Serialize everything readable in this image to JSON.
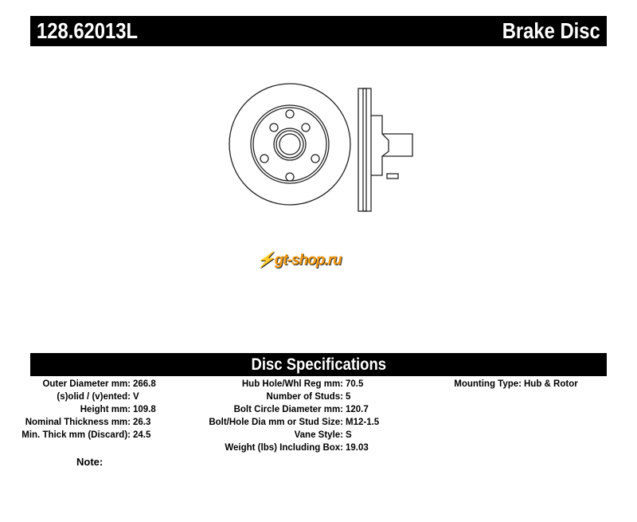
{
  "header": {
    "part_number": "128.62013L",
    "type": "Brake Disc"
  },
  "logo": {
    "text": "gt-shop.ru"
  },
  "specs": {
    "title": "Disc Specifications",
    "col1": [
      {
        "label": "Outer Diameter mm:",
        "value": "266.8"
      },
      {
        "label": "(s)olid / (v)ented:",
        "value": "V"
      },
      {
        "label": "Height mm:",
        "value": "109.8"
      },
      {
        "label": "Nominal Thickness mm:",
        "value": "26.3"
      },
      {
        "label": "Min. Thick mm (Discard):",
        "value": "24.5"
      }
    ],
    "col2": [
      {
        "label": "Hub Hole/Whl Reg mm:",
        "value": "70.5"
      },
      {
        "label": "Number of Studs:",
        "value": "5"
      },
      {
        "label": "Bolt Circle Diameter mm:",
        "value": "120.7"
      },
      {
        "label": "Bolt/Hole Dia mm or Stud Size:",
        "value": "M12-1.5"
      },
      {
        "label": "Vane Style:",
        "value": "S"
      },
      {
        "label": "Weight (lbs) Including Box:",
        "value": "19.03"
      }
    ],
    "col3": [
      {
        "label": "Mounting Type:",
        "value": "Hub & Rotor"
      }
    ],
    "note_label": "Note:"
  }
}
